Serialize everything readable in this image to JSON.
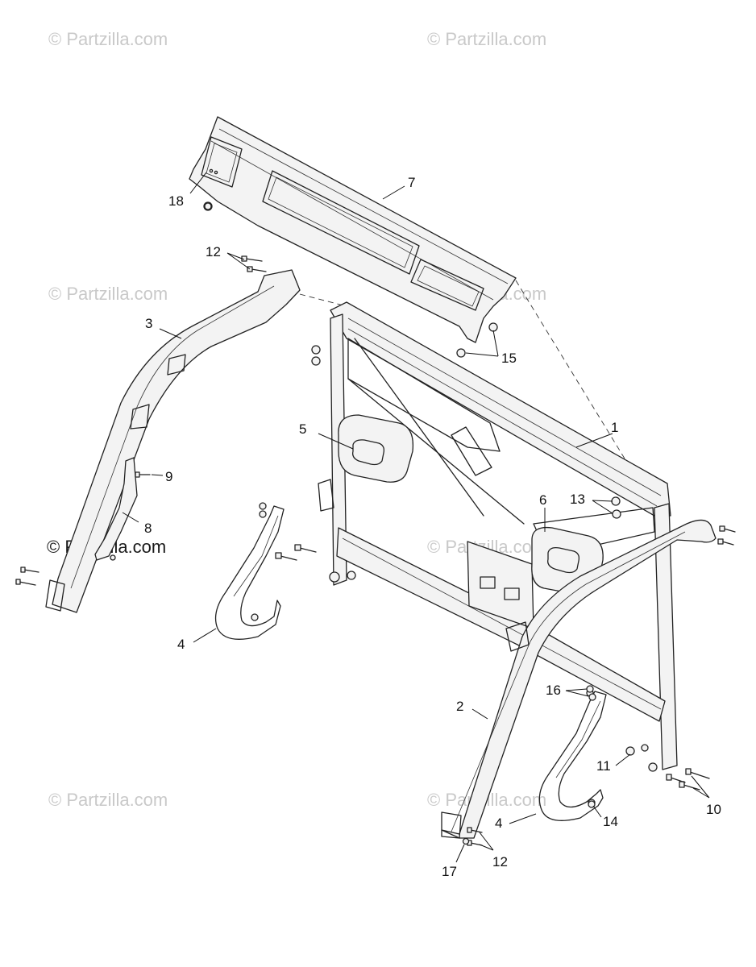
{
  "watermark": {
    "text": "© Partzilla.com"
  },
  "callouts": [
    {
      "id": "c1",
      "label": "1"
    },
    {
      "id": "c2",
      "label": "2"
    },
    {
      "id": "c3",
      "label": "3"
    },
    {
      "id": "c4a",
      "label": "4"
    },
    {
      "id": "c4b",
      "label": "4"
    },
    {
      "id": "c5",
      "label": "5"
    },
    {
      "id": "c6",
      "label": "6"
    },
    {
      "id": "c7",
      "label": "7"
    },
    {
      "id": "c8",
      "label": "8"
    },
    {
      "id": "c9",
      "label": "9"
    },
    {
      "id": "c10",
      "label": "10"
    },
    {
      "id": "c11",
      "label": "11"
    },
    {
      "id": "c12a",
      "label": "12"
    },
    {
      "id": "c12b",
      "label": "12"
    },
    {
      "id": "c13",
      "label": "13"
    },
    {
      "id": "c14",
      "label": "14"
    },
    {
      "id": "c15",
      "label": "15"
    },
    {
      "id": "c16",
      "label": "16"
    },
    {
      "id": "c17",
      "label": "17"
    },
    {
      "id": "c18",
      "label": "18"
    }
  ]
}
